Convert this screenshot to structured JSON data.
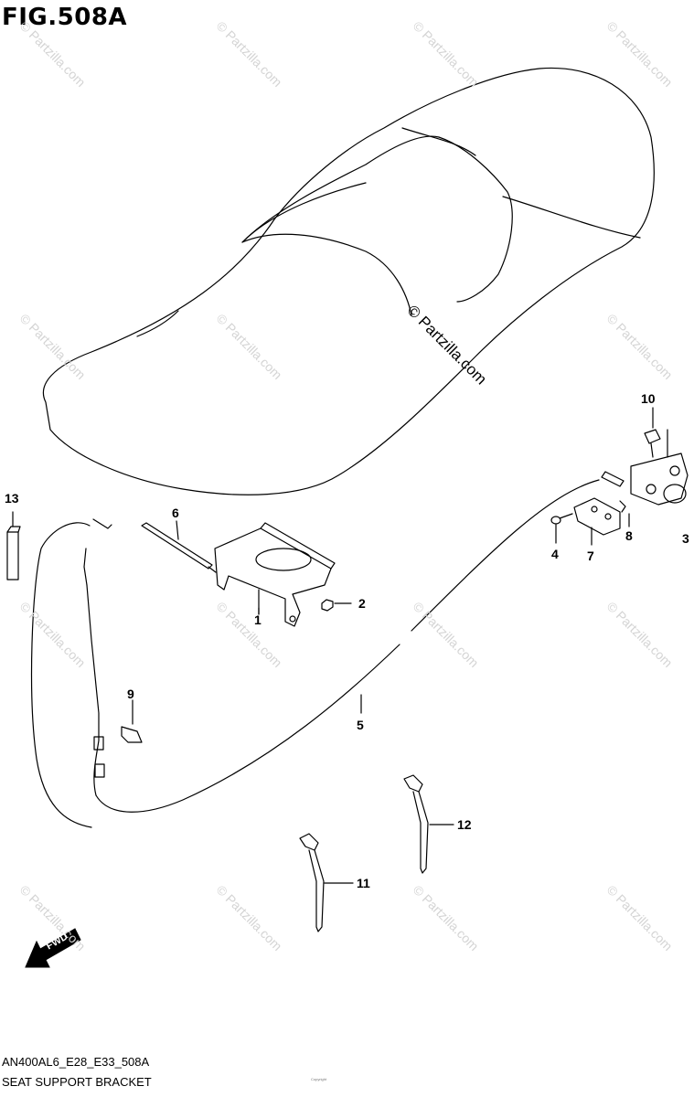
{
  "figure_title": "FIG.508A",
  "watermark_text": "© Partzilla.com",
  "center_watermark": "© Partzilla.com",
  "fwd_label": "FWD",
  "diagram_code": "AN400AL6_E28_E33_508A",
  "caption": "SEAT SUPPORT BRACKET",
  "fine_print": "Copyright",
  "callouts": {
    "c1": "1",
    "c2": "2",
    "c3": "3",
    "c4": "4",
    "c5": "5",
    "c6": "6",
    "c7": "7",
    "c8": "8",
    "c9": "9",
    "c10": "10",
    "c11": "11",
    "c12": "12",
    "c13": "13"
  }
}
